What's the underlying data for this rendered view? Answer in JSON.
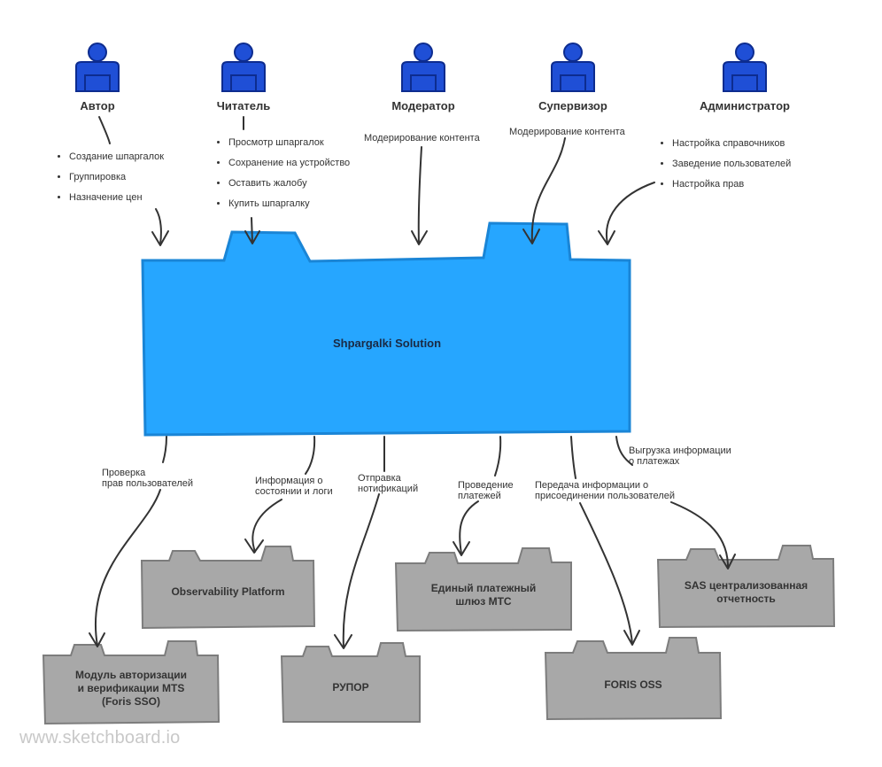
{
  "colors": {
    "main_fill": "#26a6ff",
    "main_stroke": "#1a85d6",
    "box_fill": "#a8a8a8",
    "box_stroke": "#7d7d7d",
    "actor_fill": "#1f4fd6",
    "actor_stroke": "#0d2c8f",
    "arrow": "#333333"
  },
  "actors": [
    {
      "label": "Автор",
      "icon": "person-icon"
    },
    {
      "label": "Читатель",
      "icon": "person-icon"
    },
    {
      "label": "Модератор",
      "icon": "person-icon"
    },
    {
      "label": "Супервизор",
      "icon": "person-icon"
    },
    {
      "label": "Администратор",
      "icon": "person-icon"
    }
  ],
  "actor_notes": {
    "author": [
      "Создание шпаргалок",
      "Группировка",
      "Назначение цен"
    ],
    "reader": [
      "Просмотр шпаргалок",
      "Сохранение на устройство",
      "Оставить жалобу",
      "Купить шпаргалку"
    ],
    "moderator": "Модерирование контента",
    "supervisor": "Модерирование контента",
    "admin": [
      "Настройка справочников",
      "Заведение пользователей",
      "Настройка прав"
    ]
  },
  "main_system": {
    "label": "Shpargalki Solution"
  },
  "flows": [
    "Проверка\nправ пользователей",
    "Информация о\nсостоянии и логи",
    "Отправка\nнотификаций",
    "Проведение\nплатежей",
    "Передача информации о\nприсоединении пользователей",
    "Выгрузка информации\nо платежах"
  ],
  "systems": [
    "Observability Platform",
    "Модуль авторизации\nи верификации MTS\n(Foris SSO)",
    "РУПОР",
    "Единый платежный\nшлюз МТС",
    "FORIS OSS",
    "SAS централизованная\nотчетность"
  ],
  "watermark": "www.sketchboard.io"
}
